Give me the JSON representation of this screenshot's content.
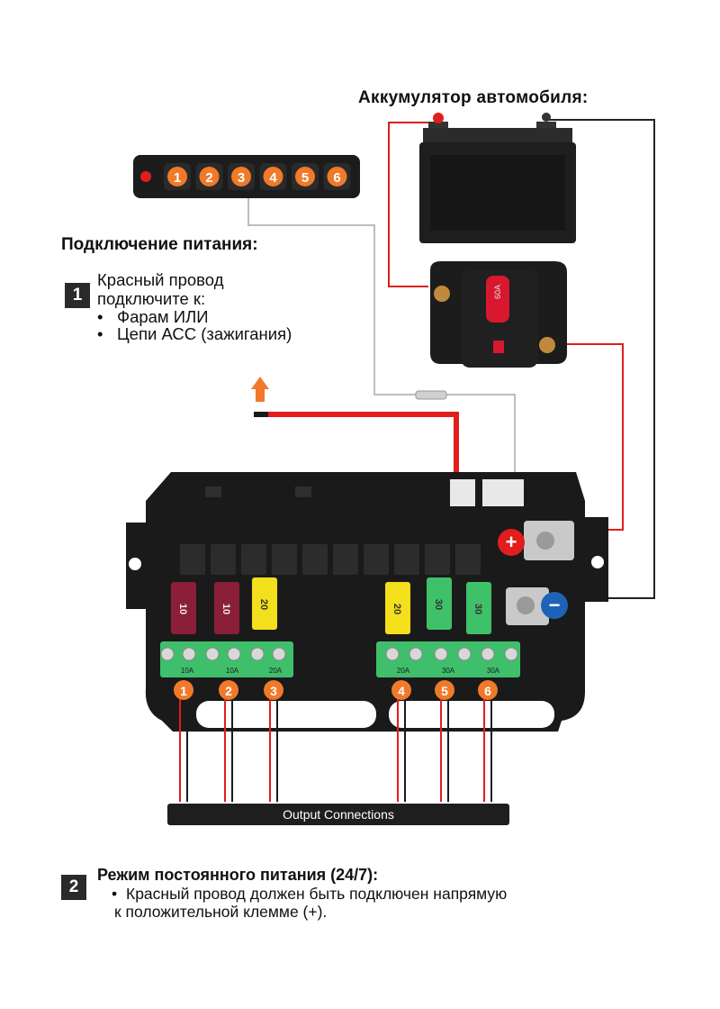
{
  "battery_title": "Аккумулятор автомобиля:",
  "power_title": "Подключение питания:",
  "step1": {
    "number": "1",
    "text_line1": "Красный провод",
    "text_line2": "подключите к:",
    "bullets": [
      "Фарам ИЛИ",
      "Цепи АСС (зажигания)"
    ]
  },
  "step2": {
    "number": "2",
    "title": "Режим постоянного питания (24/7):",
    "line1": "Красный провод должен быть подключен напрямую",
    "line2": "к положительной клемме (+)."
  },
  "switch_panel_buttons": [
    "1",
    "2",
    "3",
    "4",
    "5",
    "6"
  ],
  "breaker_rating": "60A",
  "fuse_labels": [
    "10",
    "10",
    "20",
    "20",
    "30",
    "30"
  ],
  "terminal_labels": [
    "10A",
    "10A",
    "20A",
    "20A",
    "30A",
    "30A"
  ],
  "channel_numbers": [
    "1",
    "2",
    "3",
    "4",
    "5",
    "6"
  ],
  "output_connections_label": "Output Connections",
  "plus_symbol": "+",
  "minus_symbol": "−",
  "bullet_char": "•",
  "colors": {
    "orange": "#f07a2a",
    "red_wire": "#e11d1d",
    "fuse_red": "#8b1f3a",
    "fuse_yellow": "#f3df1b",
    "fuse_green": "#3fc16a",
    "terminal_green": "#3fbf6c",
    "box_black": "#1a1a1a"
  }
}
